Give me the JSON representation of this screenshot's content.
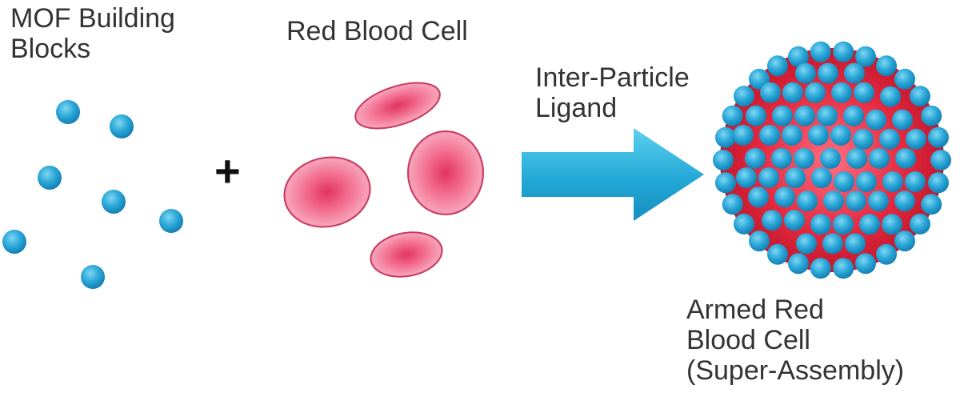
{
  "labels": {
    "mof_line1": "MOF Building",
    "mof_line2": "Blocks",
    "rbc": "Red Blood Cell",
    "ligand_line1": "Inter-Particle",
    "ligand_line2": "Ligand",
    "armed_line1": "Armed Red",
    "armed_line2": "Blood Cell",
    "armed_line3": "(Super-Assembly)",
    "plus": "+"
  },
  "colors": {
    "mof_particle": "#2aa7d8",
    "rbc_fill": "#e8527c",
    "rbc_center": "#f06a8c",
    "arrow": "#2bb3dc",
    "assembly_core": "#e02a40"
  }
}
